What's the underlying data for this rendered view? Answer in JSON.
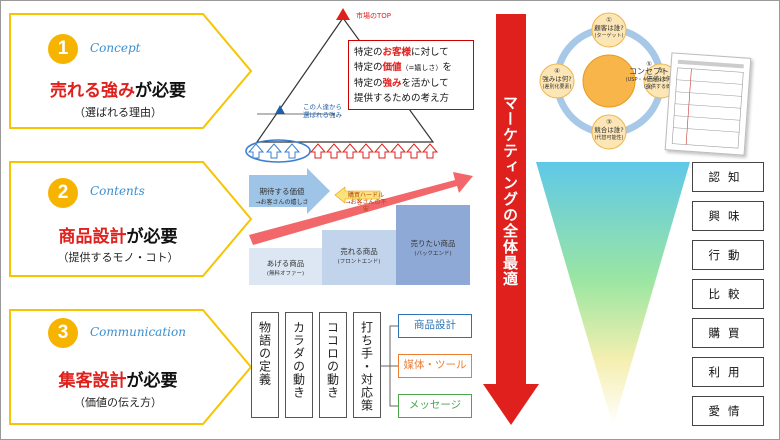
{
  "cards": [
    {
      "num": "1",
      "en": "Concept",
      "title_red": "売れる強み",
      "title_rest": "が必要",
      "note": "（選ばれる理由）"
    },
    {
      "num": "2",
      "en": "Contents",
      "title_red": "商品設計",
      "title_rest": "が必要",
      "note": "（提供するモノ・コト）"
    },
    {
      "num": "3",
      "en": "Communication",
      "title_red": "集客設計",
      "title_rest": "が必要",
      "note": "（価値の伝え方）"
    }
  ],
  "triangle": {
    "top_label": "市場のTOP",
    "people_label_1": "この人達から",
    "people_label_2": "選ばれる強み",
    "explain_lines": [
      {
        "a": "特定の",
        "red": "お客様",
        "b": "に対して"
      },
      {
        "a": "特定の",
        "red": "価値",
        "small": "（=嬉しさ）",
        "b": "を"
      },
      {
        "a": "特定の",
        "red": "強み",
        "b": "を活かして"
      },
      {
        "a": "提供するための考え方",
        "red": "",
        "b": ""
      }
    ]
  },
  "stair": {
    "arrow_label_1": "期待する価値",
    "arrow_label_2": "→お客さんの嬉しさ",
    "hurdle_label_1": "購買ハードル",
    "hurdle_label_2": "→お客さんの不安",
    "steps": [
      {
        "name": "あげる商品",
        "sub": "(無料オファー)"
      },
      {
        "name": "売れる商品",
        "sub": "(フロントエンド)"
      },
      {
        "name": "売りたい商品",
        "sub": "(バックエンド)"
      }
    ]
  },
  "vertical_boxes": [
    "物語の定義",
    "カラダの動き",
    "ココロの動き",
    "打ち手・対応策"
  ],
  "targets": [
    {
      "label": "商品設計",
      "color": "#2e74b5"
    },
    {
      "label": "媒体・ツール",
      "color": "#ed7d31"
    },
    {
      "label": "メッセージ",
      "color": "#4ca64c"
    }
  ],
  "marketing_label": "マーケティングの全体最適",
  "cycle": {
    "center": {
      "num": "⑤",
      "label": "コンセプト",
      "sub": "(USP・キーメッセージ)"
    },
    "nodes": [
      {
        "num": "①",
        "label": "顧客は誰?",
        "sub": "(ターゲット)"
      },
      {
        "num": "②",
        "label": "価値は何?",
        "sub": "(提供する価値)"
      },
      {
        "num": "③",
        "label": "競合は誰?",
        "sub": "(代替可能性)"
      },
      {
        "num": "④",
        "label": "強みは何?",
        "sub": "(差別化要素)"
      }
    ]
  },
  "stages": [
    "認知",
    "興味",
    "行動",
    "比較",
    "購買",
    "利用",
    "愛情"
  ],
  "colors": {
    "badge": "#f6b300",
    "chevron_border": "#f6c400",
    "accent_red": "#e0201c",
    "blue": "#4472c4",
    "orange_circle": "#f7b54a",
    "cycle_line": "#a8c8e8"
  }
}
